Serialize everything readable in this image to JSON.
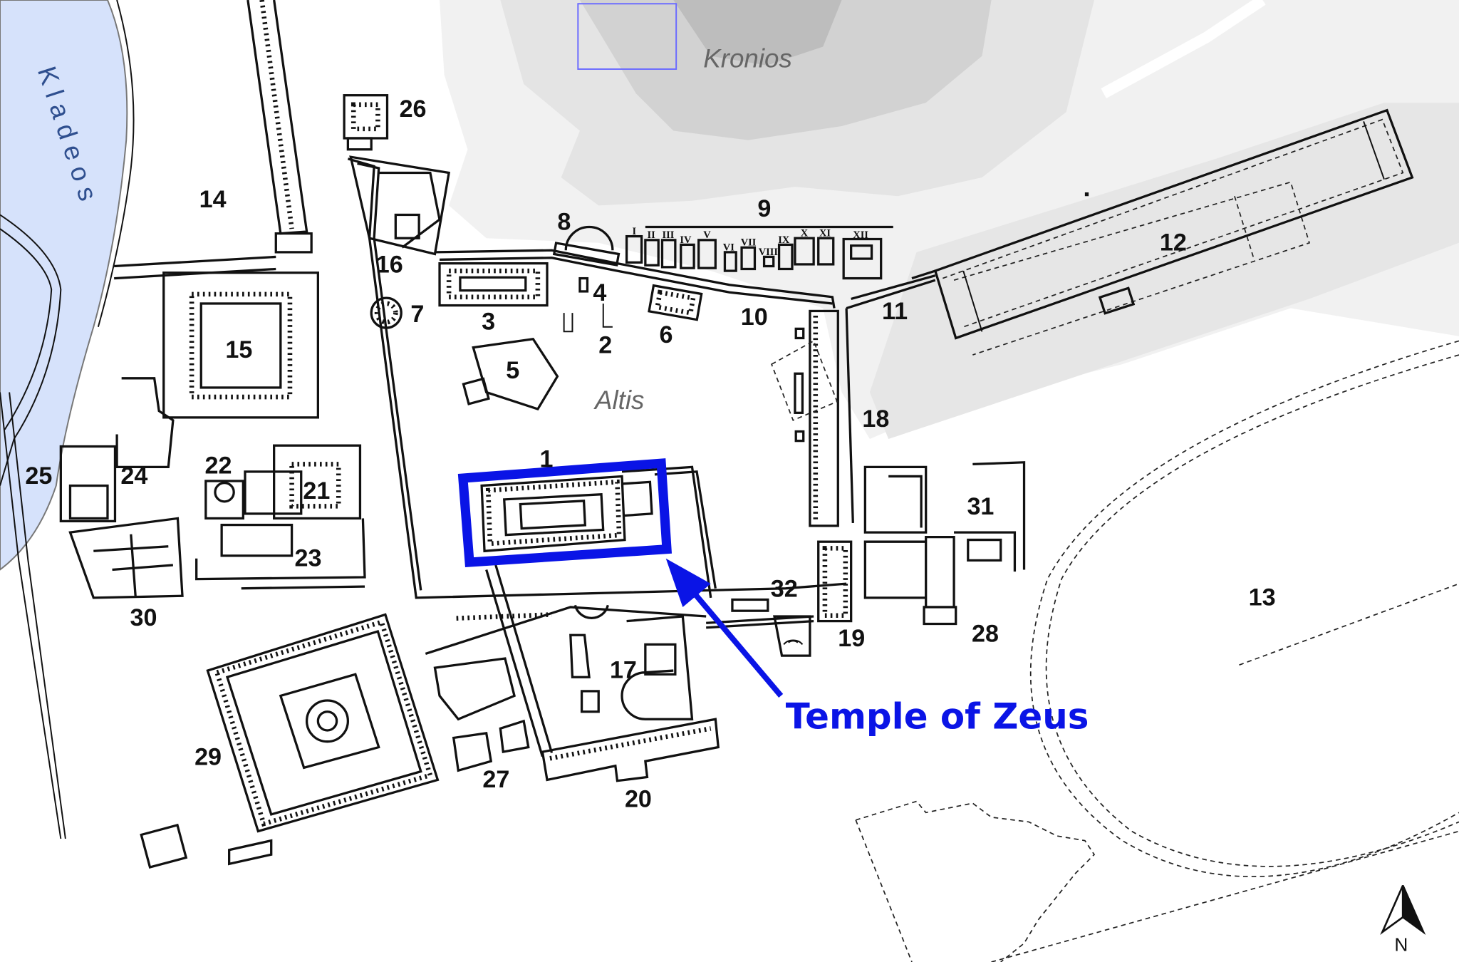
{
  "map": {
    "places": {
      "kronios": "Kronios",
      "altis": "Altis",
      "kladeos": "Kladeos"
    },
    "site_numbers": [
      "1",
      "2",
      "3",
      "4",
      "5",
      "6",
      "7",
      "8",
      "9",
      "10",
      "11",
      "12",
      "13",
      "14",
      "15",
      "16",
      "17",
      "18",
      "19",
      "20",
      "21",
      "22",
      "23",
      "24",
      "25",
      "26",
      "27",
      "28",
      "29",
      "30",
      "31",
      "32"
    ],
    "treasuries": [
      "I",
      "II",
      "III",
      "IV",
      "V",
      "VI",
      "VII",
      "VIII",
      "IX",
      "X",
      "XI",
      "XII"
    ],
    "highlight": {
      "label": "Temple of Zeus",
      "color": "#0a14e6"
    },
    "compass": {
      "label": "N",
      "icon": "north-arrow-icon"
    },
    "colors": {
      "river": "#d6e2fb",
      "hill_light": "#efefef",
      "hill_mid": "#dcdcdc",
      "hill_dark": "#c4c4c4",
      "selection_box": "#6b6bff"
    }
  }
}
